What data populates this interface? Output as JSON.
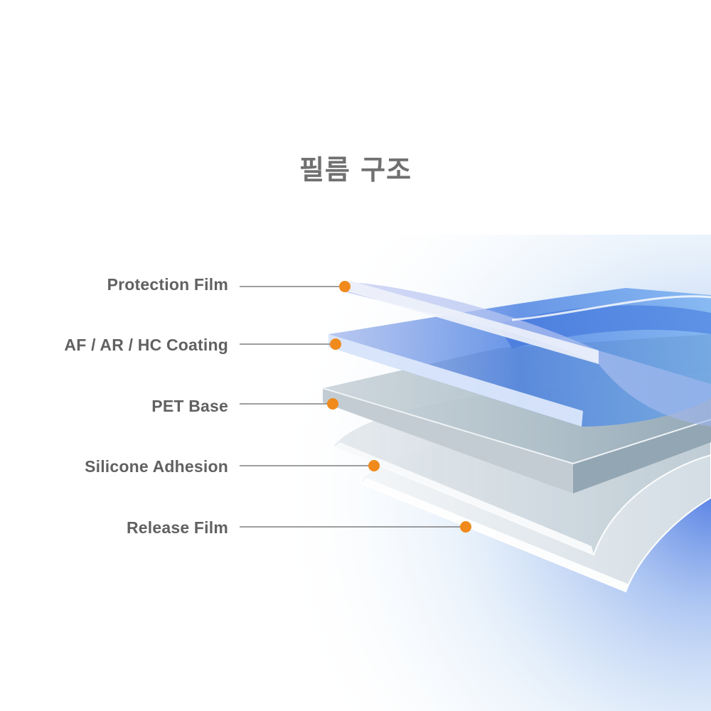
{
  "title": "필름 구조",
  "layers": [
    {
      "label": "Protection Film"
    },
    {
      "label": "AF / AR / HC Coating"
    },
    {
      "label": "PET Base"
    },
    {
      "label": "Silicone Adhesion"
    },
    {
      "label": "Release Film"
    }
  ],
  "colors": {
    "title": "#707070",
    "label": "#616161",
    "leader_line": "#666666",
    "marker": "#f08a1c",
    "glow_blue": "#4f7fe0",
    "protection_film": "#b9c4f0",
    "coating": "#5f8ee6",
    "pet_base": "#b4c3cc",
    "adhesion": "#d5dde3",
    "release_film": "#eef2f5"
  }
}
